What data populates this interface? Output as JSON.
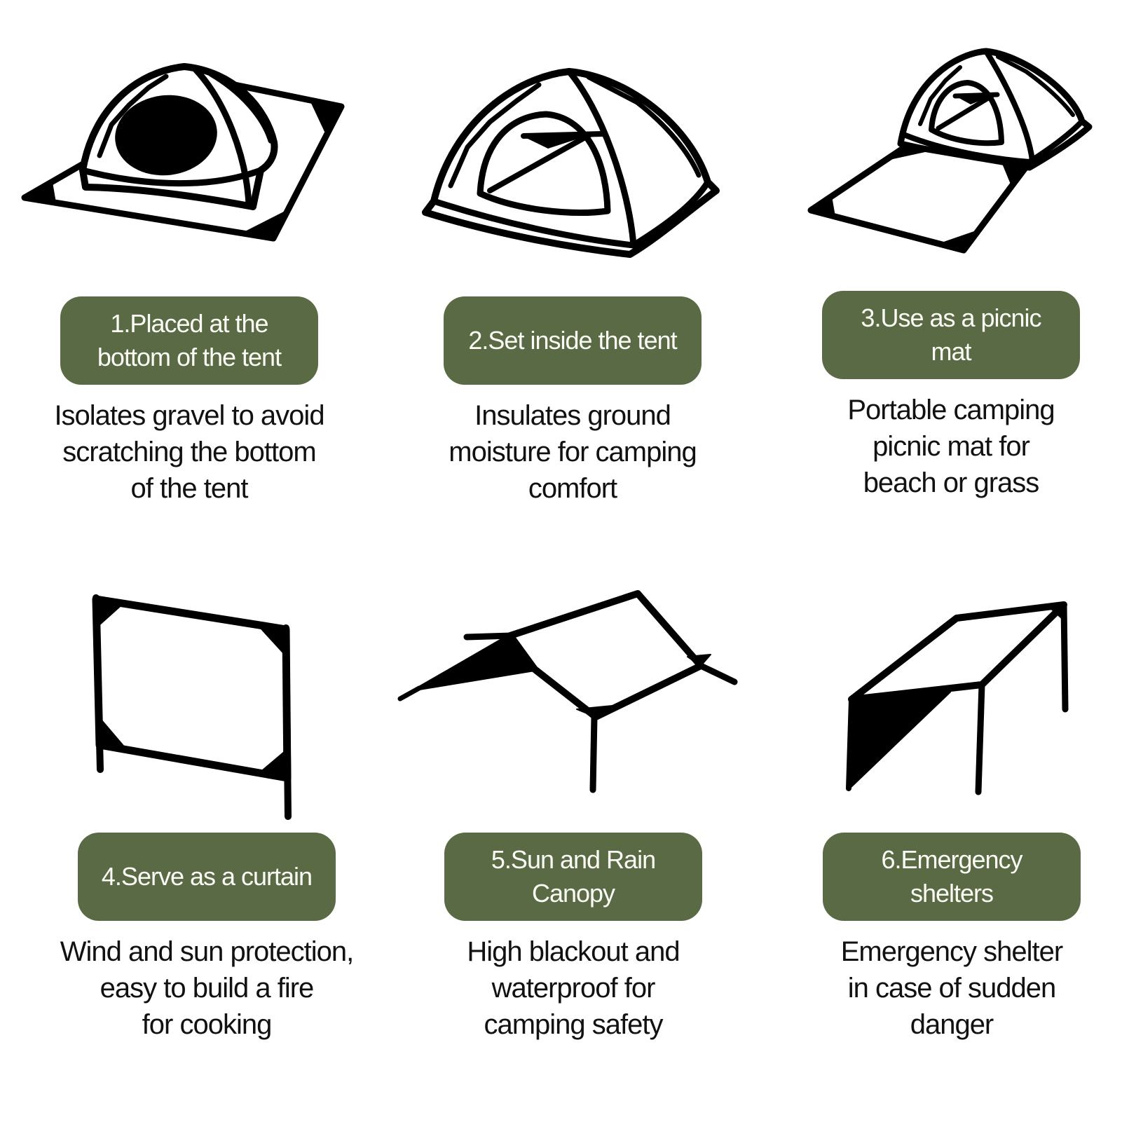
{
  "style": {
    "background": "#ffffff",
    "badge_background": "#5a6a45",
    "badge_text_color": "#fbfcf5",
    "description_text_color": "#111111",
    "line_art_color": "#000000"
  },
  "panels": [
    {
      "number": "1",
      "badge_label": "1.Placed at the\nbottom of the tent",
      "description": "Isolates gravel to avoid\nscratching the bottom\nof the tent",
      "illustration": "tent-on-ground-mat"
    },
    {
      "number": "2",
      "badge_label": "2.Set inside the tent",
      "description": "Insulates ground\nmoisture for camping\ncomfort",
      "illustration": "dome-tent"
    },
    {
      "number": "3",
      "badge_label": "3.Use as a picnic\nmat",
      "description": "Portable camping\npicnic mat for\nbeach or grass",
      "illustration": "tent-with-picnic-mat"
    },
    {
      "number": "4",
      "badge_label": "4.Serve as a curtain",
      "description": "Wind and sun protection,\neasy to build a fire\nfor cooking",
      "illustration": "curtain-screen"
    },
    {
      "number": "5",
      "badge_label": "5.Sun and Rain\nCanopy",
      "description": "High blackout and\nwaterproof for\ncamping safety",
      "illustration": "a-frame-tarp-canopy"
    },
    {
      "number": "6",
      "badge_label": "6.Emergency\nshelters",
      "description": "Emergency shelter\nin case of sudden\ndanger",
      "illustration": "lean-to-shelter"
    }
  ]
}
